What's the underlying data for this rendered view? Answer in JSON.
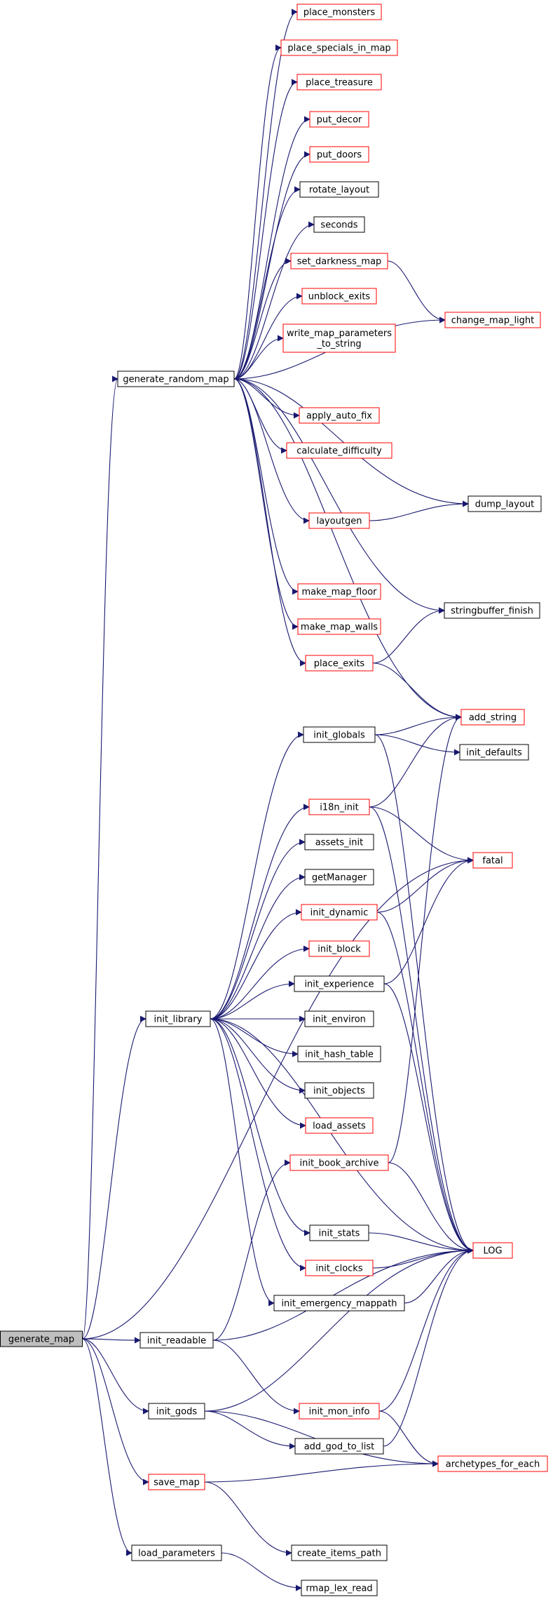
{
  "diagram": {
    "colors": {
      "edge": "#191970",
      "border_plain": "#000000",
      "border_truncated": "#ff0000",
      "root_fill": "#bfbfbf",
      "fill": "#ffffff"
    },
    "nodes": [
      {
        "id": "generate_map",
        "lines": [
          "generate_map"
        ],
        "style": "root"
      },
      {
        "id": "generate_random_map",
        "lines": [
          "generate_random_map"
        ],
        "style": "plain"
      },
      {
        "id": "place_monsters",
        "lines": [
          "place_monsters"
        ],
        "style": "truncated"
      },
      {
        "id": "place_specials_in_map",
        "lines": [
          "place_specials_in_map"
        ],
        "style": "truncated"
      },
      {
        "id": "place_treasure",
        "lines": [
          "place_treasure"
        ],
        "style": "truncated"
      },
      {
        "id": "put_decor",
        "lines": [
          "put_decor"
        ],
        "style": "truncated"
      },
      {
        "id": "put_doors",
        "lines": [
          "put_doors"
        ],
        "style": "truncated"
      },
      {
        "id": "rotate_layout",
        "lines": [
          "rotate_layout"
        ],
        "style": "plain"
      },
      {
        "id": "seconds",
        "lines": [
          "seconds"
        ],
        "style": "plain"
      },
      {
        "id": "set_darkness_map",
        "lines": [
          "set_darkness_map"
        ],
        "style": "truncated"
      },
      {
        "id": "change_map_light",
        "lines": [
          "change_map_light"
        ],
        "style": "truncated"
      },
      {
        "id": "unblock_exits",
        "lines": [
          "unblock_exits"
        ],
        "style": "truncated"
      },
      {
        "id": "write_map_parameters_to_string",
        "lines": [
          "write_map_parameters",
          "_to_string"
        ],
        "style": "truncated"
      },
      {
        "id": "apply_auto_fix",
        "lines": [
          "apply_auto_fix"
        ],
        "style": "truncated"
      },
      {
        "id": "calculate_difficulty",
        "lines": [
          "calculate_difficulty"
        ],
        "style": "truncated"
      },
      {
        "id": "dump_layout",
        "lines": [
          "dump_layout"
        ],
        "style": "plain"
      },
      {
        "id": "layoutgen",
        "lines": [
          "layoutgen"
        ],
        "style": "truncated"
      },
      {
        "id": "make_map_floor",
        "lines": [
          "make_map_floor"
        ],
        "style": "truncated"
      },
      {
        "id": "make_map_walls",
        "lines": [
          "make_map_walls"
        ],
        "style": "truncated"
      },
      {
        "id": "stringbuffer_finish",
        "lines": [
          "stringbuffer_finish"
        ],
        "style": "plain"
      },
      {
        "id": "place_exits",
        "lines": [
          "place_exits"
        ],
        "style": "truncated"
      },
      {
        "id": "add_string",
        "lines": [
          "add_string"
        ],
        "style": "truncated"
      },
      {
        "id": "init_globals",
        "lines": [
          "init_globals"
        ],
        "style": "plain"
      },
      {
        "id": "init_defaults",
        "lines": [
          "init_defaults"
        ],
        "style": "plain"
      },
      {
        "id": "i18n_init",
        "lines": [
          "i18n_init"
        ],
        "style": "truncated"
      },
      {
        "id": "fatal",
        "lines": [
          "fatal"
        ],
        "style": "truncated"
      },
      {
        "id": "assets_init",
        "lines": [
          "assets_init"
        ],
        "style": "plain"
      },
      {
        "id": "getManager",
        "lines": [
          "getManager"
        ],
        "style": "plain"
      },
      {
        "id": "init_dynamic",
        "lines": [
          "init_dynamic"
        ],
        "style": "truncated"
      },
      {
        "id": "init_block",
        "lines": [
          "init_block"
        ],
        "style": "truncated"
      },
      {
        "id": "init_experience",
        "lines": [
          "init_experience"
        ],
        "style": "plain"
      },
      {
        "id": "init_library",
        "lines": [
          "init_library"
        ],
        "style": "plain"
      },
      {
        "id": "init_environ",
        "lines": [
          "init_environ"
        ],
        "style": "plain"
      },
      {
        "id": "init_hash_table",
        "lines": [
          "init_hash_table"
        ],
        "style": "plain"
      },
      {
        "id": "init_objects",
        "lines": [
          "init_objects"
        ],
        "style": "plain"
      },
      {
        "id": "load_assets",
        "lines": [
          "load_assets"
        ],
        "style": "truncated"
      },
      {
        "id": "init_book_archive",
        "lines": [
          "init_book_archive"
        ],
        "style": "truncated"
      },
      {
        "id": "init_stats",
        "lines": [
          "init_stats"
        ],
        "style": "plain"
      },
      {
        "id": "LOG",
        "lines": [
          "LOG"
        ],
        "style": "truncated"
      },
      {
        "id": "init_clocks",
        "lines": [
          "init_clocks"
        ],
        "style": "truncated"
      },
      {
        "id": "init_emergency_mappath",
        "lines": [
          "init_emergency_mappath"
        ],
        "style": "plain"
      },
      {
        "id": "init_readable",
        "lines": [
          "init_readable"
        ],
        "style": "plain"
      },
      {
        "id": "init_gods",
        "lines": [
          "init_gods"
        ],
        "style": "plain"
      },
      {
        "id": "init_mon_info",
        "lines": [
          "init_mon_info"
        ],
        "style": "truncated"
      },
      {
        "id": "add_god_to_list",
        "lines": [
          "add_god_to_list"
        ],
        "style": "plain"
      },
      {
        "id": "archetypes_for_each",
        "lines": [
          "archetypes_for_each"
        ],
        "style": "truncated"
      },
      {
        "id": "save_map",
        "lines": [
          "save_map"
        ],
        "style": "truncated"
      },
      {
        "id": "create_items_path",
        "lines": [
          "create_items_path"
        ],
        "style": "plain"
      },
      {
        "id": "load_parameters",
        "lines": [
          "load_parameters"
        ],
        "style": "plain"
      },
      {
        "id": "rmap_lex_read",
        "lines": [
          "rmap_lex_read"
        ],
        "style": "plain"
      }
    ],
    "edges": [
      [
        "generate_map",
        "generate_random_map"
      ],
      [
        "generate_map",
        "init_library"
      ],
      [
        "generate_map",
        "fatal"
      ],
      [
        "generate_map",
        "init_readable"
      ],
      [
        "generate_map",
        "init_gods"
      ],
      [
        "generate_map",
        "save_map"
      ],
      [
        "generate_map",
        "load_parameters"
      ],
      [
        "generate_random_map",
        "place_monsters"
      ],
      [
        "generate_random_map",
        "place_specials_in_map"
      ],
      [
        "generate_random_map",
        "place_treasure"
      ],
      [
        "generate_random_map",
        "put_decor"
      ],
      [
        "generate_random_map",
        "put_doors"
      ],
      [
        "generate_random_map",
        "rotate_layout"
      ],
      [
        "generate_random_map",
        "seconds"
      ],
      [
        "generate_random_map",
        "set_darkness_map"
      ],
      [
        "generate_random_map",
        "unblock_exits"
      ],
      [
        "generate_random_map",
        "write_map_parameters_to_string"
      ],
      [
        "generate_random_map",
        "change_map_light"
      ],
      [
        "generate_random_map",
        "apply_auto_fix"
      ],
      [
        "generate_random_map",
        "calculate_difficulty"
      ],
      [
        "generate_random_map",
        "dump_layout"
      ],
      [
        "generate_random_map",
        "layoutgen"
      ],
      [
        "generate_random_map",
        "make_map_floor"
      ],
      [
        "generate_random_map",
        "make_map_walls"
      ],
      [
        "generate_random_map",
        "stringbuffer_finish"
      ],
      [
        "generate_random_map",
        "place_exits"
      ],
      [
        "generate_random_map",
        "add_string"
      ],
      [
        "set_darkness_map",
        "change_map_light"
      ],
      [
        "layoutgen",
        "dump_layout"
      ],
      [
        "place_exits",
        "stringbuffer_finish"
      ],
      [
        "place_exits",
        "add_string"
      ],
      [
        "init_library",
        "init_globals"
      ],
      [
        "init_library",
        "i18n_init"
      ],
      [
        "init_library",
        "assets_init"
      ],
      [
        "init_library",
        "getManager"
      ],
      [
        "init_library",
        "init_dynamic"
      ],
      [
        "init_library",
        "init_block"
      ],
      [
        "init_library",
        "init_experience"
      ],
      [
        "init_library",
        "init_environ"
      ],
      [
        "init_library",
        "init_hash_table"
      ],
      [
        "init_library",
        "init_objects"
      ],
      [
        "init_library",
        "load_assets"
      ],
      [
        "init_library",
        "init_stats"
      ],
      [
        "init_library",
        "init_clocks"
      ],
      [
        "init_library",
        "init_emergency_mappath"
      ],
      [
        "init_library",
        "LOG"
      ],
      [
        "init_globals",
        "add_string"
      ],
      [
        "init_globals",
        "init_defaults"
      ],
      [
        "init_globals",
        "LOG"
      ],
      [
        "i18n_init",
        "add_string"
      ],
      [
        "i18n_init",
        "fatal"
      ],
      [
        "i18n_init",
        "LOG"
      ],
      [
        "init_dynamic",
        "fatal"
      ],
      [
        "init_dynamic",
        "LOG"
      ],
      [
        "init_experience",
        "fatal"
      ],
      [
        "init_experience",
        "LOG"
      ],
      [
        "init_book_archive",
        "add_string"
      ],
      [
        "init_book_archive",
        "LOG"
      ],
      [
        "init_stats",
        "LOG"
      ],
      [
        "init_clocks",
        "LOG"
      ],
      [
        "init_emergency_mappath",
        "LOG"
      ],
      [
        "init_readable",
        "init_book_archive"
      ],
      [
        "init_readable",
        "LOG"
      ],
      [
        "init_readable",
        "init_mon_info"
      ],
      [
        "init_gods",
        "LOG"
      ],
      [
        "init_gods",
        "add_god_to_list"
      ],
      [
        "init_gods",
        "archetypes_for_each"
      ],
      [
        "init_mon_info",
        "LOG"
      ],
      [
        "init_mon_info",
        "archetypes_for_each"
      ],
      [
        "add_god_to_list",
        "LOG"
      ],
      [
        "save_map",
        "archetypes_for_each"
      ],
      [
        "save_map",
        "create_items_path"
      ],
      [
        "load_parameters",
        "rmap_lex_read"
      ]
    ]
  }
}
